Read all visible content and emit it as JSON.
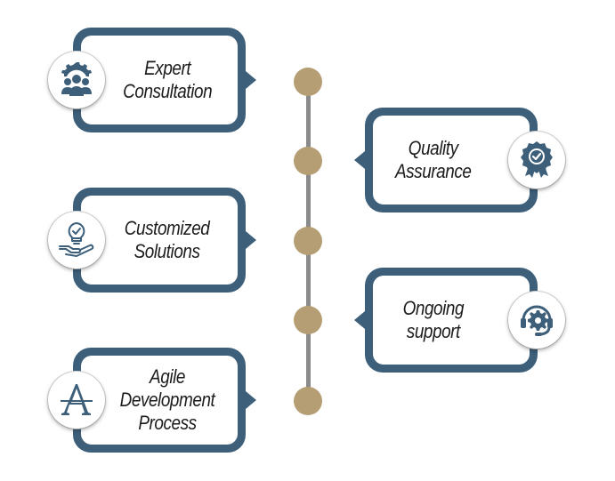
{
  "colors": {
    "card_border": "#3d5f7a",
    "dot": "#b59e74",
    "line": "#8a8a8a",
    "icon": "#3d5f7a"
  },
  "steps": [
    {
      "label": "Expert\nConsultation",
      "icon": "consultation-team-gear-icon",
      "side": "left"
    },
    {
      "label": "Quality\nAssurance",
      "icon": "quality-badge-ribbon-icon",
      "side": "right"
    },
    {
      "label": "Customized\nSolutions",
      "icon": "lightbulb-hand-icon",
      "side": "left"
    },
    {
      "label": "Ongoing\nsupport",
      "icon": "headset-gear-icon",
      "side": "right"
    },
    {
      "label": "Agile Development\nProcess",
      "icon": "agile-letter-a-icon",
      "side": "left"
    }
  ]
}
